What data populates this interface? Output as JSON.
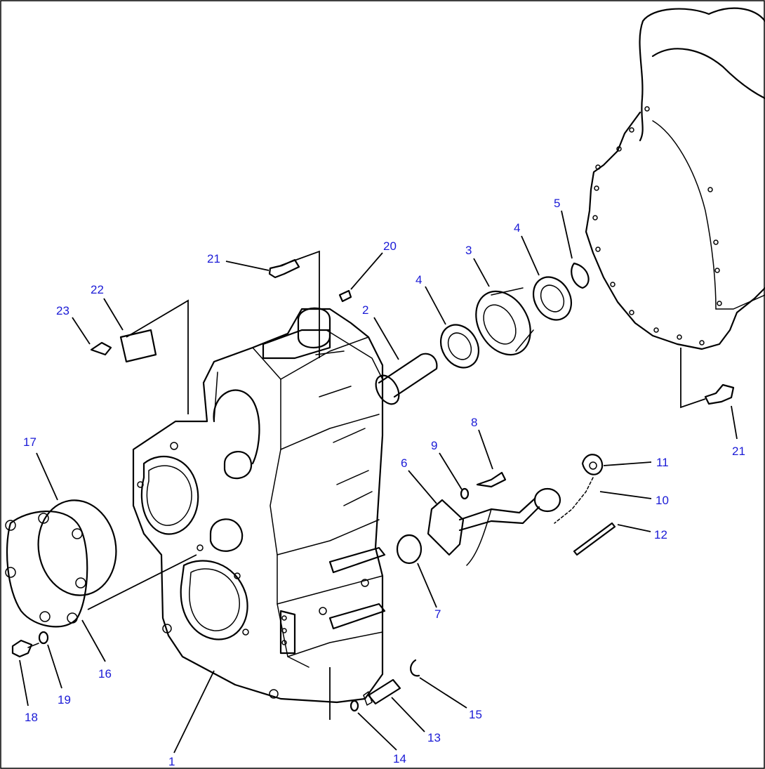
{
  "colors": {
    "callout": "#1a1ad6",
    "line": "#000000",
    "background": "#ffffff"
  },
  "callouts": [
    {
      "id": "c1",
      "text": "1"
    },
    {
      "id": "c2",
      "text": "2"
    },
    {
      "id": "c3",
      "text": "3"
    },
    {
      "id": "c4a",
      "text": "4"
    },
    {
      "id": "c4b",
      "text": "4"
    },
    {
      "id": "c5",
      "text": "5"
    },
    {
      "id": "c6",
      "text": "6"
    },
    {
      "id": "c7",
      "text": "7"
    },
    {
      "id": "c8",
      "text": "8"
    },
    {
      "id": "c9",
      "text": "9"
    },
    {
      "id": "c10",
      "text": "10"
    },
    {
      "id": "c11",
      "text": "11"
    },
    {
      "id": "c12",
      "text": "12"
    },
    {
      "id": "c13",
      "text": "13"
    },
    {
      "id": "c14",
      "text": "14"
    },
    {
      "id": "c15",
      "text": "15"
    },
    {
      "id": "c16",
      "text": "16"
    },
    {
      "id": "c17",
      "text": "17"
    },
    {
      "id": "c18",
      "text": "18"
    },
    {
      "id": "c19",
      "text": "19"
    },
    {
      "id": "c20",
      "text": "20"
    },
    {
      "id": "c21a",
      "text": "21"
    },
    {
      "id": "c21b",
      "text": "21"
    },
    {
      "id": "c22",
      "text": "22"
    },
    {
      "id": "c23",
      "text": "23"
    }
  ]
}
